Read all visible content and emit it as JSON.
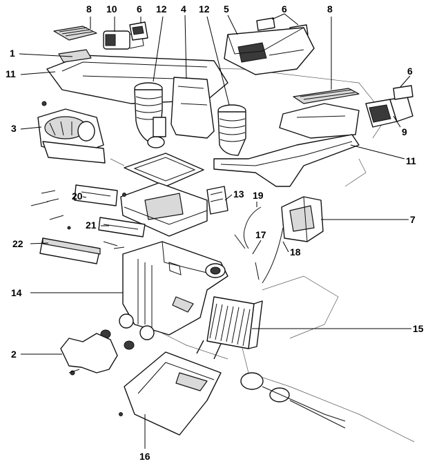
{
  "callouts": {
    "c1": "1",
    "c2": "2",
    "c3": "3",
    "c4": "4",
    "c5": "5",
    "c6a": "6",
    "c6b": "6",
    "c6c": "6",
    "c7": "7",
    "c8a": "8",
    "c8b": "8",
    "c9": "9",
    "c10": "10",
    "c11a": "11",
    "c11b": "11",
    "c12a": "12",
    "c12b": "12",
    "c13": "13",
    "c14": "14",
    "c15": "15",
    "c16": "16",
    "c17": "17",
    "c18": "18",
    "c19": "19",
    "c20": "20",
    "c21": "21",
    "c22": "22"
  },
  "colors": {
    "line": "#111111",
    "shade": "#d9d9d9",
    "background": "#ffffff"
  }
}
